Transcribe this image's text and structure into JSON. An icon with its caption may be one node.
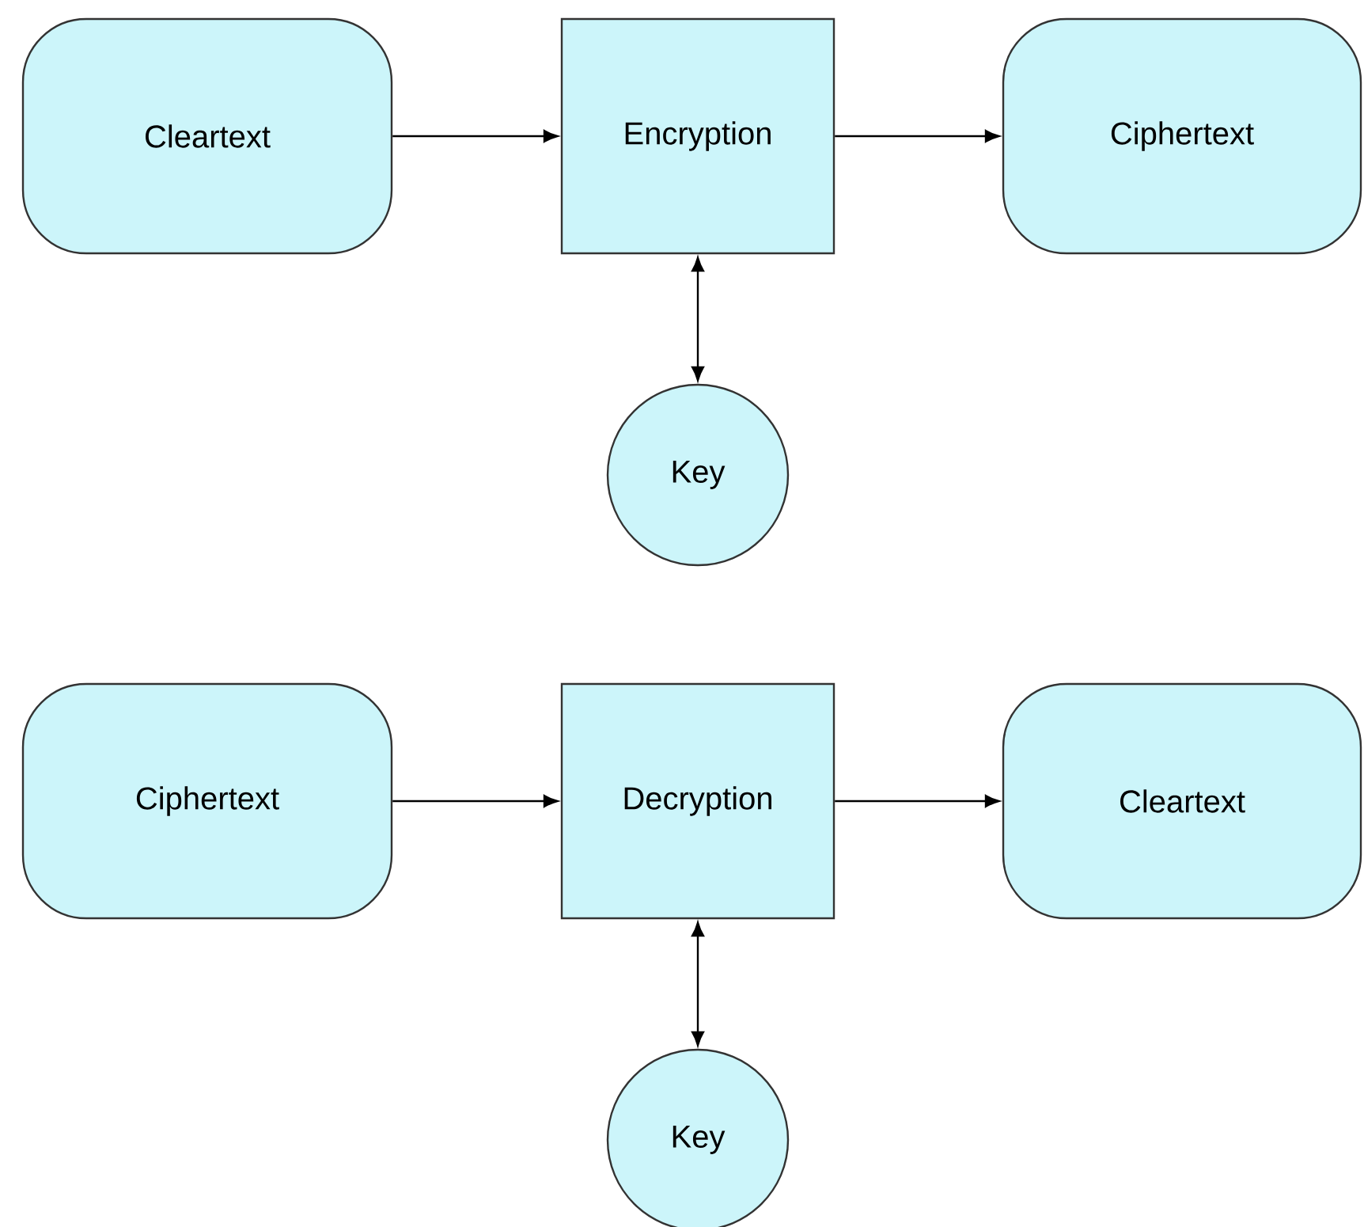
{
  "diagram": {
    "nodes": [
      {
        "text": [
          "Cleartext"
        ]
      },
      {
        "text": [
          "Encryption"
        ]
      },
      {
        "text": [
          "Ciphertext"
        ]
      },
      {
        "text": [
          "Key"
        ]
      },
      {
        "text": [
          "Ciphertext"
        ]
      },
      {
        "text": [
          "Decryption"
        ]
      },
      {
        "text": [
          "Cleartext"
        ]
      },
      {
        "text": [
          "Key"
        ]
      }
    ],
    "edges": [
      {
        "from": 0,
        "to": 1,
        "arrow": "to"
      },
      {
        "from": 1,
        "to": 2,
        "arrow": "to"
      },
      {
        "from": 1,
        "to": 3,
        "arrow": "both"
      },
      {
        "from": 4,
        "to": 5,
        "arrow": "to"
      },
      {
        "from": 5,
        "to": 6,
        "arrow": "to"
      },
      {
        "from": 5,
        "to": 7,
        "arrow": "both"
      }
    ]
  }
}
